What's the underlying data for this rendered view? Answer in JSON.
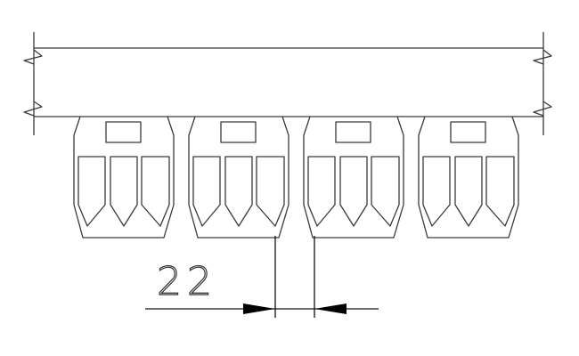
{
  "drawing": {
    "terminal_count": 4,
    "slots_per_terminal": 3,
    "dimension": {
      "label": "22"
    },
    "line_color": "#3a3a3a"
  }
}
